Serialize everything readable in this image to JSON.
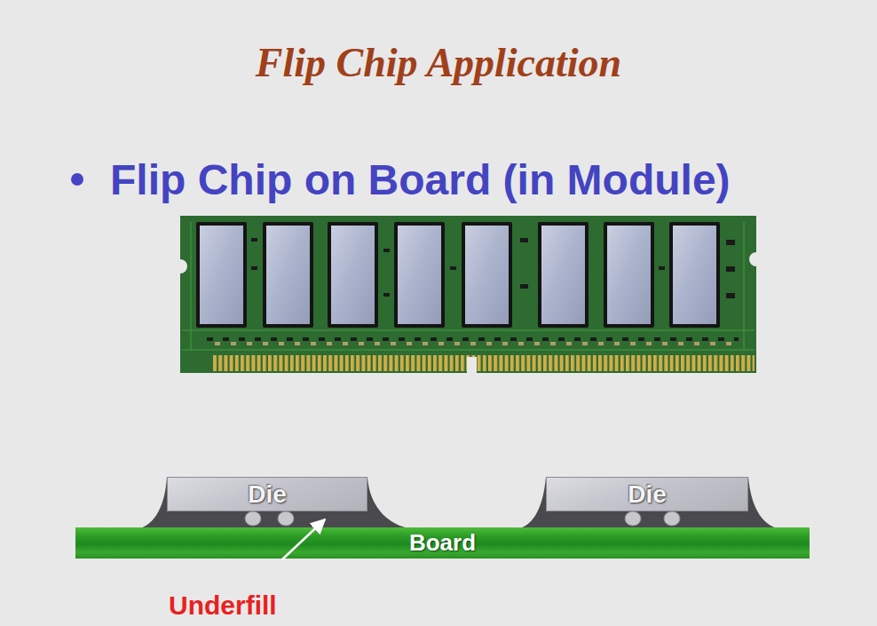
{
  "diagram": {
    "title": "Flip Chip Application",
    "nodes": [
      {
        "text": [
          "Die"
        ]
      },
      {
        "text": [
          "Die"
        ]
      },
      {
        "text": [
          "Board"
        ]
      }
    ],
    "labels": [
      "Flip Chip on Board (in Module)",
      "Underfill"
    ]
  }
}
